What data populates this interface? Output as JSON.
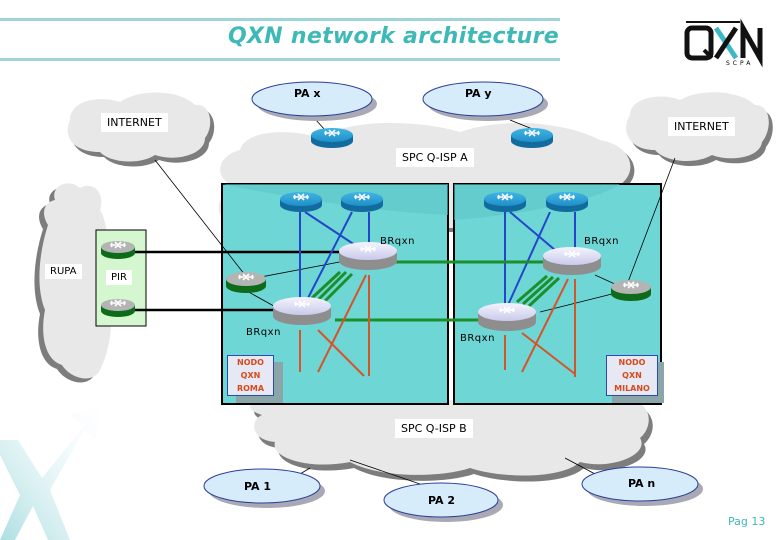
{
  "slide": {
    "title": "QXN network architecture",
    "page_label": "Pag 13",
    "brand": {
      "logo_text": "QXN",
      "logo_subtext": "SCPA",
      "accent_color": "#3fb8b8"
    }
  },
  "diagram": {
    "clouds": {
      "internet_left": "INTERNET",
      "internet_right": "INTERNET",
      "isp_a": "SPC Q-ISP A",
      "isp_b": "SPC Q-ISP B",
      "rupa": "RUPA"
    },
    "pir_label": "PIR",
    "public_admins": {
      "pa_x": "PA x",
      "pa_y": "PA y",
      "pa_1": "PA 1",
      "pa_2": "PA 2",
      "pa_n": "PA n"
    },
    "nodes": {
      "roma": {
        "line1": "NODO",
        "line2": "QXN",
        "line3": "ROMA"
      },
      "milano": {
        "line1": "NODO",
        "line2": "QXN",
        "line3": "MILANO"
      }
    },
    "border_router_label": "BRqxn",
    "colors": {
      "node_area": "#6fd6d6",
      "cloud": "#e8e8e8",
      "cloud_shadow": "#7d7d7d",
      "pa_ellipse": "#d7ecfb",
      "pa_border": "#2c3f9a",
      "link_blue": "#2346c8",
      "link_green": "#1b8f2a",
      "link_orange": "#d5542a",
      "pir_box": "#d4f7d0"
    }
  }
}
